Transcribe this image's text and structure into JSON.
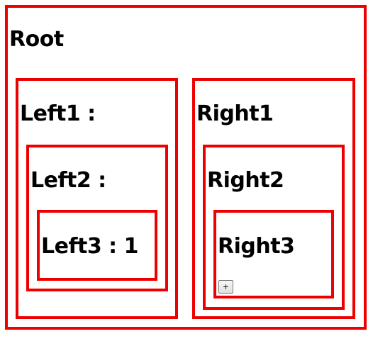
{
  "colors": {
    "border": "#ee0000",
    "text": "#000000",
    "background": "#ffffff"
  },
  "root": {
    "label": "Root"
  },
  "left": {
    "level1": {
      "label": "Left1 :"
    },
    "level2": {
      "label": "Left2 :"
    },
    "level3": {
      "label": "Left3 : 1"
    }
  },
  "right": {
    "level1": {
      "label": "Right1"
    },
    "level2": {
      "label": "Right2"
    },
    "level3": {
      "label": "Right3",
      "button_label": "+"
    }
  }
}
